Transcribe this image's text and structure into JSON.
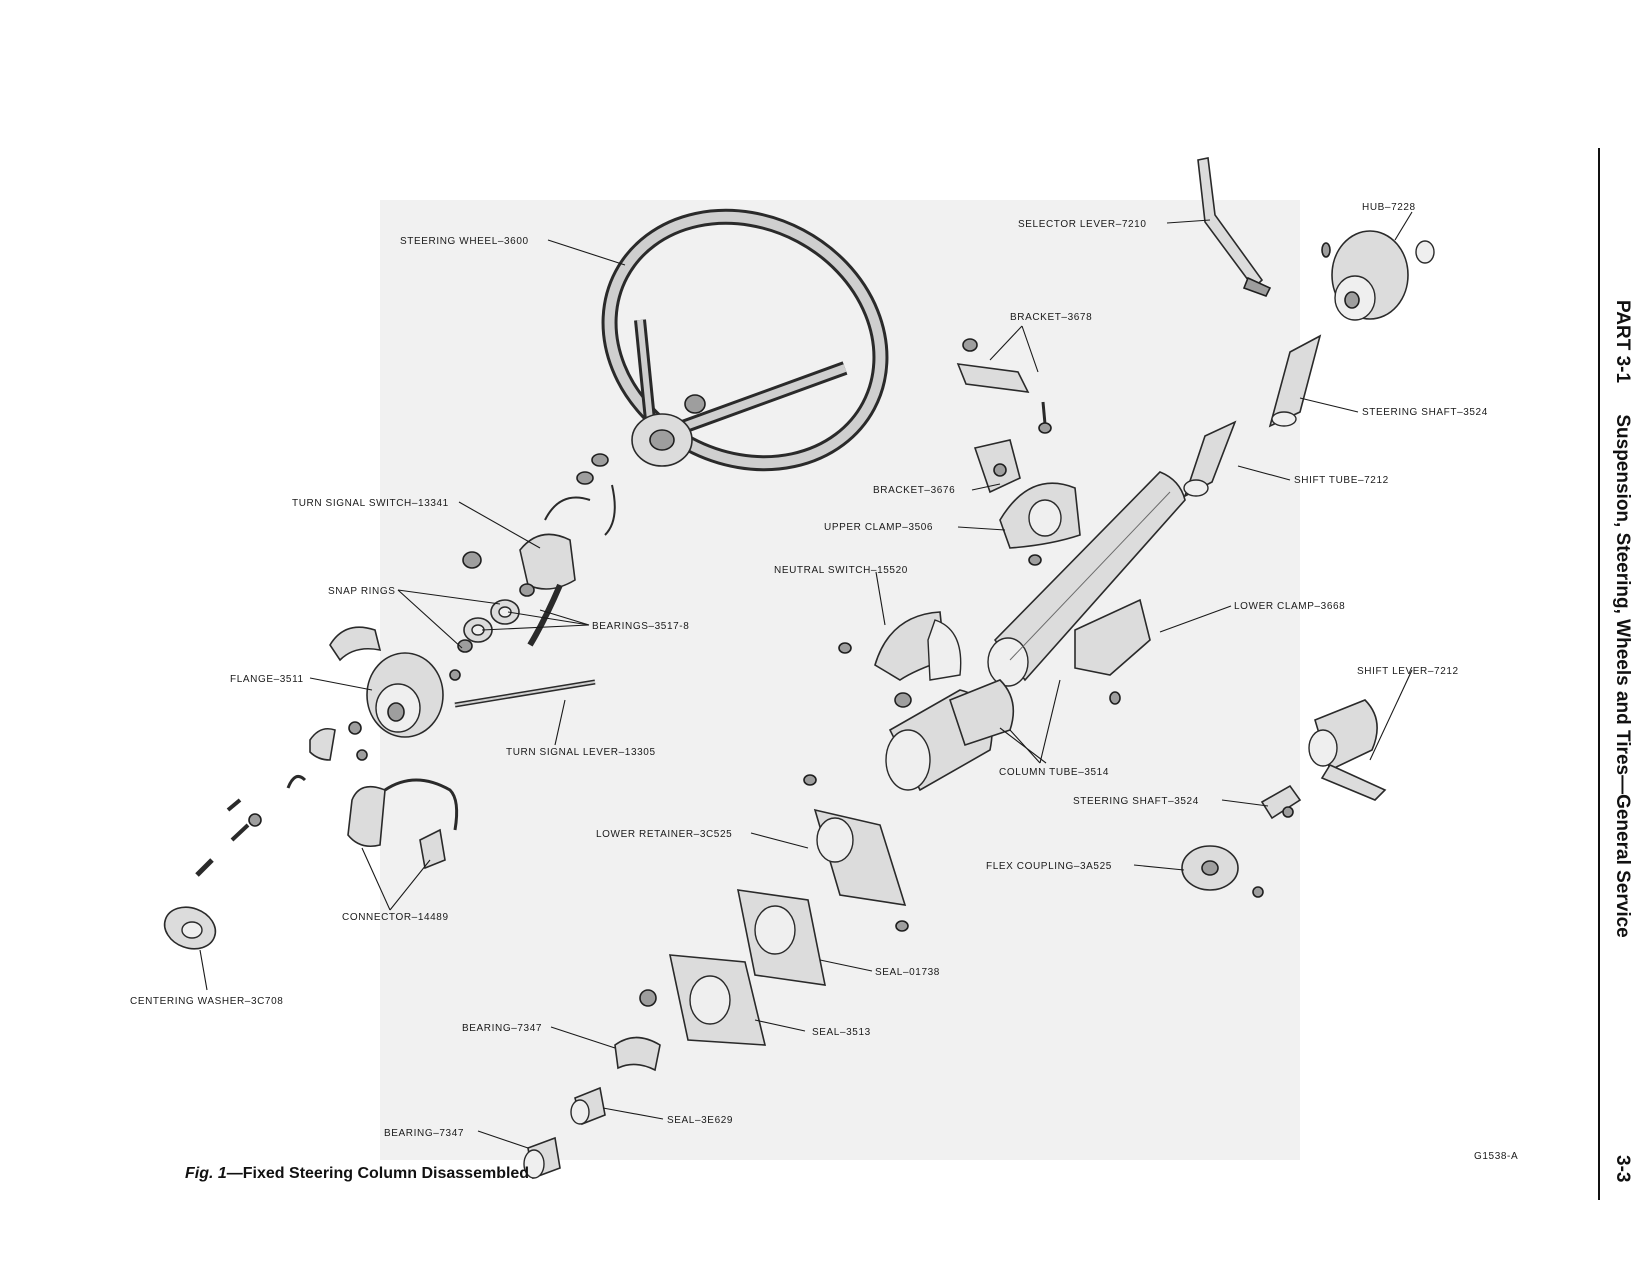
{
  "figure": {
    "caption_number": "Fig. 1",
    "caption_title": "—Fixed Steering Column Disassembled",
    "ref_code": "G1538-A"
  },
  "side_header": {
    "part": "PART 3-1",
    "title": "Suspension, Steering, Wheels and Tires—General Service",
    "page": "3-3"
  },
  "labels": {
    "steering_wheel": "STEERING WHEEL–3600",
    "selector_lever": "SELECTOR LEVER–7210",
    "hub": "HUB–7228",
    "bracket_3678": "BRACKET–3678",
    "steering_shaft_top": "STEERING SHAFT–3524",
    "shift_tube": "SHIFT TUBE–7212",
    "bracket_3676": "BRACKET–3676",
    "upper_clamp": "UPPER CLAMP–3506",
    "neutral_switch": "NEUTRAL SWITCH–15520",
    "lower_clamp": "LOWER CLAMP–3668",
    "shift_lever": "SHIFT LEVER–7212",
    "turn_signal_switch": "TURN SIGNAL SWITCH–13341",
    "snap_rings": "SNAP RINGS",
    "bearings": "BEARINGS–3517-8",
    "flange": "FLANGE–3511",
    "turn_signal_lever": "TURN SIGNAL LEVER–13305",
    "column_tube": "COLUMN TUBE–3514",
    "steering_shaft_bottom": "STEERING SHAFT–3524",
    "lower_retainer": "LOWER RETAINER–3C525",
    "flex_coupling": "FLEX COUPLING–3A525",
    "connector": "CONNECTOR–14489",
    "centering_washer": "CENTERING WASHER–3C708",
    "seal_01738": "SEAL–01738",
    "bearing_7347_a": "BEARING–7347",
    "seal_3513": "SEAL–3513",
    "seal_3e629": "SEAL–3E629",
    "bearing_7347_b": "BEARING–7347"
  }
}
